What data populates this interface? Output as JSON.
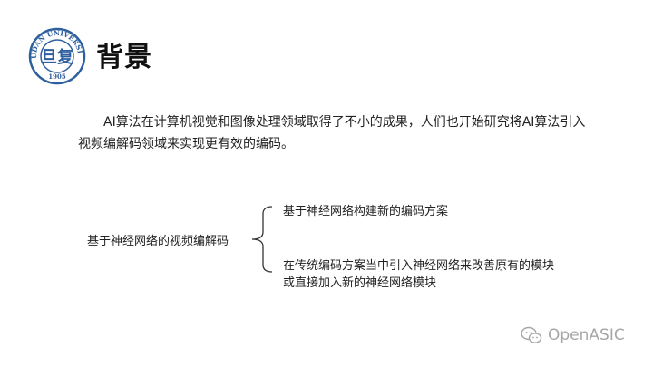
{
  "slide": {
    "title": "背景",
    "intro": "AI算法在计算机视觉和图像处理领域取得了不小的成果，人们也开始研究将AI算法引入视频编解码领域来实现更有效的编码。"
  },
  "logo": {
    "icon": "fudan-university-seal-icon",
    "text": "FUDAN UNIVERSITY",
    "year": "1905",
    "center_char": "旦复",
    "color": "#2d5e9e"
  },
  "mindmap": {
    "root": "基于神经网络的视频编解码",
    "branches": [
      "基于神经网络构建新的编码方案",
      "在传统编码方案当中引入神经网络来改善原有的模块或直接加入新的神经网络模块"
    ]
  },
  "watermark": {
    "icon": "wechat-icon",
    "text": "OpenASIC"
  }
}
